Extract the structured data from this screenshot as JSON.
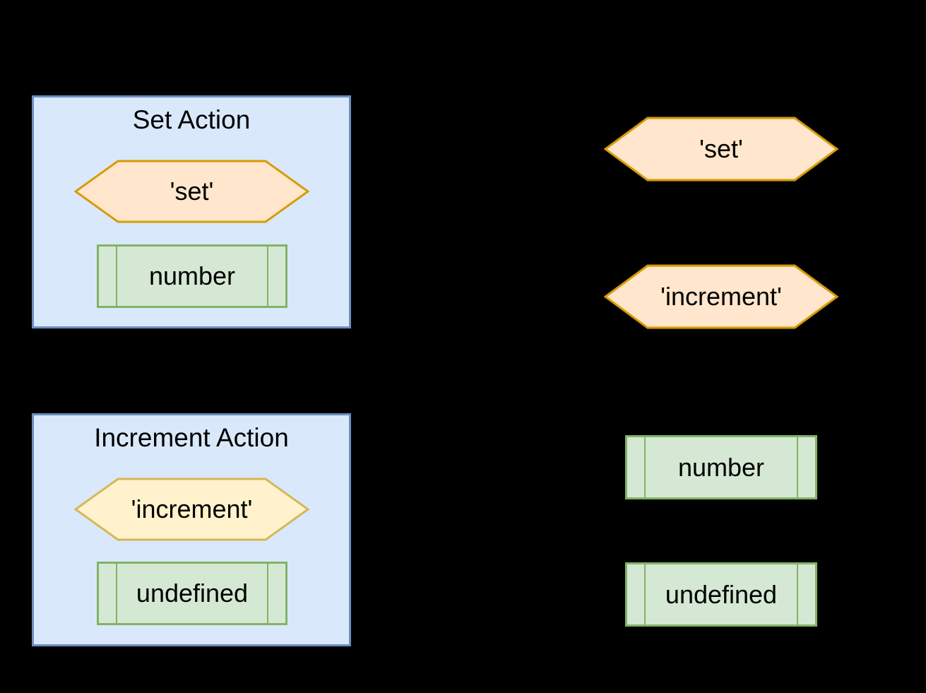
{
  "diagram": {
    "background": "#000000",
    "groups": [
      {
        "title": "Set Action",
        "action_type_label": "'set'",
        "payload_label": "number"
      },
      {
        "title": "Increment Action",
        "action_type_label": "'increment'",
        "payload_label": "undefined"
      }
    ],
    "right_column": {
      "action_type_labels": [
        "'set'",
        "'increment'"
      ],
      "payload_labels": [
        "number",
        "undefined"
      ]
    },
    "palette": {
      "group_fill": "#DAE8FC",
      "group_stroke": "#6C8EBF",
      "orange_hexagon_fill": "#FFE6CC",
      "orange_hexagon_stroke": "#D79B00",
      "yellow_hexagon_fill": "#FFF2CC",
      "yellow_hexagon_stroke": "#D6B656",
      "process_fill": "#D5E8D4",
      "process_stroke": "#82B366",
      "text_color": "#000000"
    }
  }
}
